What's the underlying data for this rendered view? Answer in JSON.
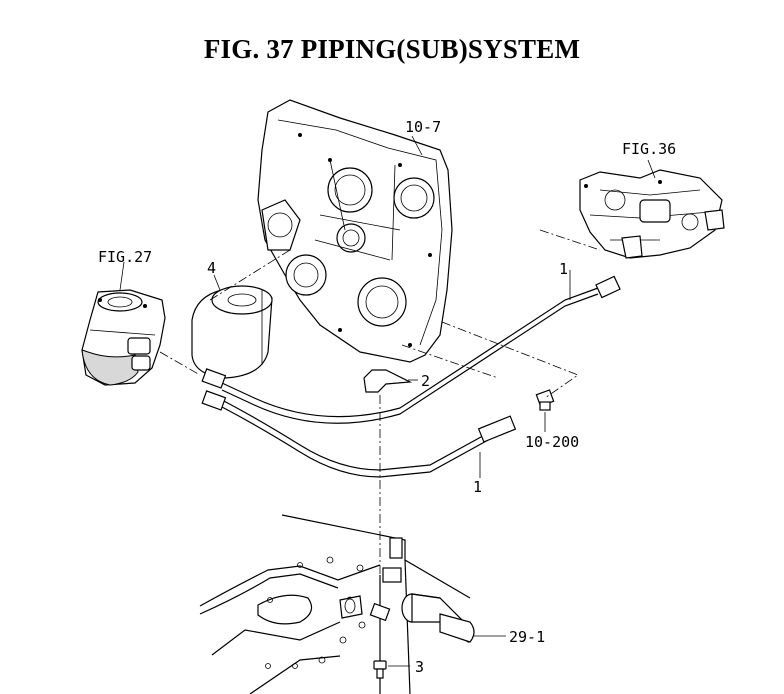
{
  "title": "FIG. 37  PIPING(SUB)SYSTEM",
  "labels": {
    "front_cover": "10-7",
    "fig36": "FIG.36",
    "fig27": "FIG.27",
    "filter": "4",
    "pipe_upper": "1",
    "clamp": "2",
    "fitting": "10-200",
    "pipe_lower": "1",
    "sleeve": "29-1",
    "bolt": "3"
  }
}
